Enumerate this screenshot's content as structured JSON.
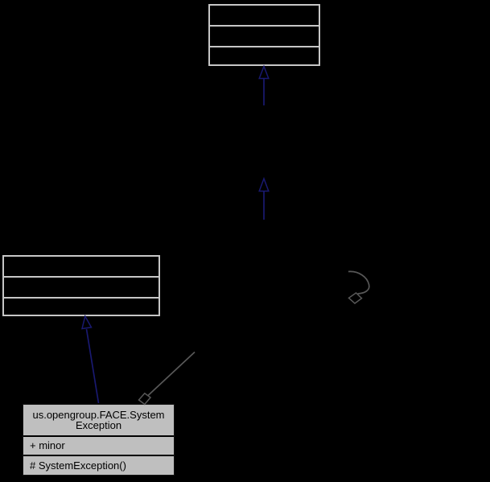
{
  "diagram": {
    "kind": "uml-class-collaboration-diagram",
    "background": "#000000"
  },
  "colors": {
    "ghost_node_border": "#c6c6c6",
    "ghost_node_fill": "#000000",
    "main_node_fill": "#bfbfbf",
    "main_node_text": "#000000",
    "main_node_separator": "#000000",
    "inheritance_edge": "#191970",
    "aggregation_edge": "#585858",
    "arrowhead_fill": "#000000"
  },
  "main_node": {
    "title_line1": "us.opengroup.FACE.System",
    "title_line2": "Exception",
    "attributes": [
      "+ minor"
    ],
    "methods": [
      "# SystemException()"
    ]
  },
  "unlabeled_nodes": [
    {
      "id": "top-node",
      "compartments": 3,
      "label": ""
    },
    {
      "id": "left-node",
      "compartments": 3,
      "label": ""
    }
  ],
  "edges": [
    {
      "id": "inheritance-to-top-node",
      "type": "inheritance",
      "marker": "hollow-triangle"
    },
    {
      "id": "inheritance-middle",
      "type": "inheritance",
      "marker": "hollow-triangle"
    },
    {
      "id": "inheritance-to-left-node",
      "type": "inheritance",
      "marker": "hollow-triangle"
    },
    {
      "id": "aggregation-from-main-node",
      "type": "aggregation",
      "marker": "hollow-diamond"
    },
    {
      "id": "aggregation-self-loop",
      "type": "aggregation",
      "marker": "hollow-diamond"
    }
  ]
}
